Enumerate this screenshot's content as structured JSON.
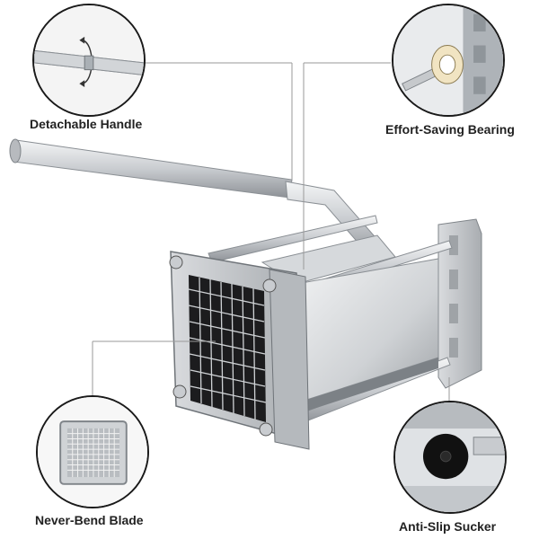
{
  "callouts": {
    "handle": {
      "label": "Detachable Handle",
      "icon": "handle-detail-icon"
    },
    "bearing": {
      "label": "Effort-Saving Bearing",
      "icon": "bearing-detail-icon"
    },
    "blade": {
      "label": "Never-Bend Blade",
      "icon": "blade-detail-icon"
    },
    "sucker": {
      "label": "Anti-Slip Sucker",
      "icon": "sucker-detail-icon"
    }
  },
  "colors": {
    "steel_light": "#e4e6e8",
    "steel_mid": "#bfc3c7",
    "steel_dark": "#8a8f94",
    "blade_black": "#1c1c1e",
    "outline": "#1a1a1a",
    "leader": "#9a9a9a"
  }
}
